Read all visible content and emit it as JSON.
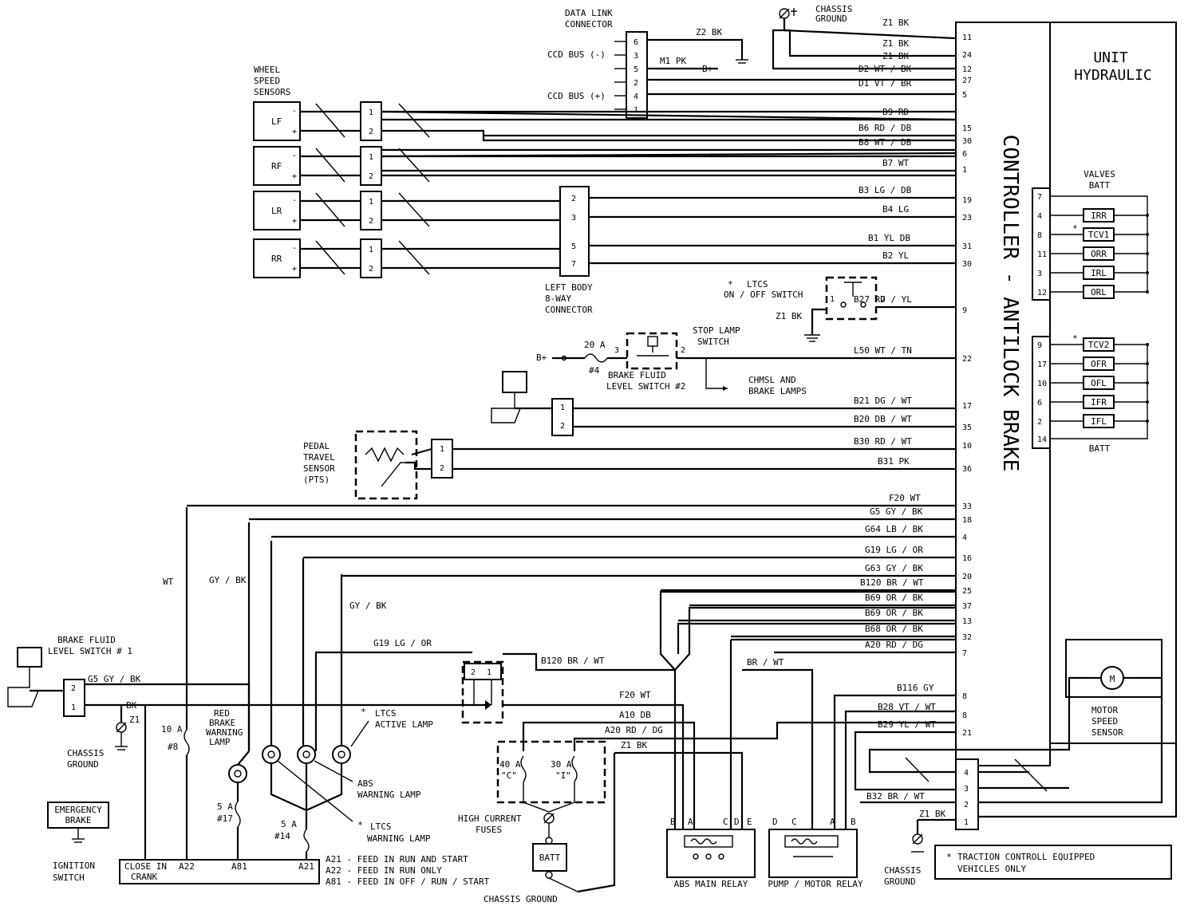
{
  "controller": {
    "name": "CONTROLLER - ANTILOCK BRAKE",
    "pins": [
      "11",
      "24",
      "12",
      "27",
      "5",
      "15",
      "30",
      "6",
      "1",
      "19",
      "23",
      "31",
      "30",
      "9",
      "22",
      "17",
      "35",
      "10",
      "36",
      "33",
      "18",
      "4",
      "16",
      "20",
      "25",
      "37",
      "13",
      "32",
      "7",
      "8",
      "8",
      "21"
    ]
  },
  "hydraulic_unit": {
    "name_line1": "UNIT",
    "name_line2": "HYDRAULIC",
    "valves_label": "VALVES",
    "batt_top": "BATT",
    "batt_bottom": "BATT",
    "valve_pins_a": [
      "7",
      "4",
      "8",
      "11",
      "3",
      "12"
    ],
    "valves_a": [
      "IRR",
      "TCV1",
      "ORR",
      "IRL",
      "ORL"
    ],
    "valve_pins_b": [
      "9",
      "17",
      "10",
      "6",
      "2",
      "14"
    ],
    "valves_b": [
      "TCV2",
      "OFR",
      "OFL",
      "IFR",
      "IFL"
    ],
    "star": "*"
  },
  "wires_top": [
    {
      "label": "Z1 BK"
    },
    {
      "label": "Z1 BK"
    },
    {
      "label": "Z1 BK"
    },
    {
      "label": "D2 WT / BK"
    },
    {
      "label": "D1 VT / BR"
    },
    {
      "label": "B9 RD"
    },
    {
      "label": "B6 RD / DB"
    },
    {
      "label": "B8 WT / DB"
    },
    {
      "label": "B7 WT"
    },
    {
      "label": "B3 LG / DB"
    },
    {
      "label": "B4 LG"
    },
    {
      "label": "B1 YL DB"
    },
    {
      "label": "B2 YL"
    },
    {
      "label": "B27 RD / YL"
    },
    {
      "label": "L50 WT / TN"
    },
    {
      "label": "B21 DG / WT"
    },
    {
      "label": "B20 DB / WT"
    },
    {
      "label": "B30 RD / WT"
    },
    {
      "label": "B31 PK"
    }
  ],
  "wires_bottom": [
    {
      "label": "F20 WT"
    },
    {
      "label": "G5 GY / BK"
    },
    {
      "label": "G64 LB / BK"
    },
    {
      "label": "G19 LG / OR"
    },
    {
      "label": "G63 GY / BK"
    },
    {
      "label": "B120 BR / WT"
    },
    {
      "label": "B69 OR / BK"
    },
    {
      "label": "B69 OR / BK"
    },
    {
      "label": "B68 OR / BK"
    },
    {
      "label": "A20 RD / DG"
    }
  ],
  "wires_lower": [
    {
      "label": "B116 GY"
    },
    {
      "label": "B28 VT / WT"
    },
    {
      "label": "B29 YL / WT"
    }
  ],
  "data_link": {
    "title1": "DATA LINK",
    "title2": "CONNECTOR",
    "ccd_minus": "CCD BUS (-)",
    "ccd_plus": "CCD BUS (+)",
    "pins": [
      "6",
      "3",
      "5",
      "2",
      "4",
      "1"
    ],
    "z2": "Z2 BK",
    "m1": "M1 PK",
    "bplus": "B+"
  },
  "chassis_ground_top": {
    "line1": "CHASSIS",
    "line2": "GROUND"
  },
  "wheel_sensors": {
    "title1": "WHEEL",
    "title2": "SPEED",
    "title3": "SENSORS",
    "names": [
      "LF",
      "RF",
      "LR",
      "RR"
    ],
    "pin1": "1",
    "pin2": "2",
    "minus": "-",
    "plus": "+"
  },
  "left_body_connector": {
    "line1": "LEFT BODY",
    "line2": "8-WAY",
    "line3": "CONNECTOR",
    "pins": [
      "2",
      "3",
      "5",
      "7"
    ]
  },
  "ltcs_switch": {
    "star": "*",
    "line1": "LTCS",
    "line2": "ON / OFF SWITCH",
    "ground": "Z1 BK",
    "pin1": "1",
    "pin2": "2"
  },
  "stop_lamp": {
    "bplus": "B+",
    "fuse": "20 A",
    "fuse_num": "#4",
    "pin3": "3",
    "pin2": "2",
    "switch1": "STOP LAMP",
    "switch2": "SWITCH",
    "level1": "BRAKE FLUID",
    "level2": "LEVEL SWITCH #2",
    "chmsl1": "CHMSL AND",
    "chmsl2": "BRAKE LAMPS"
  },
  "b2_connector": {
    "pin1": "1",
    "pin2": "2"
  },
  "pedal_sensor": {
    "line1": "PEDAL",
    "line2": "TRAVEL",
    "line3": "SENSOR",
    "line4": "(PTS)",
    "pin1": "1",
    "pin2": "2"
  },
  "bottom_left": {
    "wt": "WT",
    "gybk1": "GY / BK",
    "gybk2": "GY / BK",
    "level_switch1": "BRAKE FLUID",
    "level_switch2": "LEVEL SWITCH # 1",
    "g5": "G5 GY / BK",
    "bk": "BK",
    "z1": "Z1",
    "pin2": "2",
    "pin1": "1",
    "ground1": "CHASSIS",
    "ground2": "GROUND",
    "fuse10": "10 A",
    "fuse10n": "#8",
    "red1": "RED",
    "red2": "BRAKE",
    "red3": "WARNING",
    "red4": "LAMP",
    "fuse5": "5 A",
    "fuse5n": "#17",
    "fuse5b": "5 A",
    "fuse5bn": "#14",
    "emergency1": "EMERGENCY",
    "emergency2": "BRAKE",
    "ignition1": "IGNITION",
    "ignition2": "SWITCH",
    "close1": "CLOSE IN",
    "close2": "CRANK",
    "a22": "A22",
    "a81": "A81",
    "a21": "A21",
    "feed1": "A21 - FEED IN RUN AND START",
    "feed2": "A22 - FEED IN RUN ONLY",
    "feed3": "A81 - FEED IN OFF / RUN / START"
  },
  "lamps": {
    "star": "*",
    "ltcs1": "LTCS",
    "ltcs2": "ACTIVE LAMP",
    "abs1": "ABS",
    "abs2": "WARNING LAMP",
    "ltcsw1": "LTCS",
    "ltcsw2": "WARNING LAMP",
    "g19": "G19 LG / OR",
    "b120": "B120 BR / WT",
    "pin2": "2",
    "pin1": "1"
  },
  "power": {
    "f20": "F20 WT",
    "a10": "A10 DB",
    "a20": "A20 RD / DG",
    "z1": "Z1 BK",
    "f40": "40 A",
    "f40n": "\"C\"",
    "f30": "30 A",
    "f30n": "\"I\"",
    "hc1": "HIGH CURRENT",
    "hc2": "FUSES",
    "batt": "BATT",
    "cg": "CHASSIS GROUND",
    "brwt": "BR / WT"
  },
  "abs_relay": {
    "name": "ABS MAIN RELAY",
    "pins": [
      "B",
      "A",
      "C",
      "D",
      "E"
    ]
  },
  "pump_relay": {
    "name": "PUMP / MOTOR RELAY",
    "pins": [
      "D",
      "C",
      "A",
      "B"
    ]
  },
  "motor": {
    "m": "M",
    "sensor1": "MOTOR",
    "sensor2": "SPEED",
    "sensor3": "SENSOR"
  },
  "motor_connector": {
    "pins": [
      "4",
      "3",
      "2",
      "1"
    ],
    "b32": "B32 BR / WT",
    "z1": "Z1 BK",
    "ground1": "CHASSIS",
    "ground2": "GROUND"
  },
  "note": {
    "star": "*",
    "line1": "TRACTION CONTROLL EQUIPPED",
    "line2": "VEHICLES ONLY"
  }
}
